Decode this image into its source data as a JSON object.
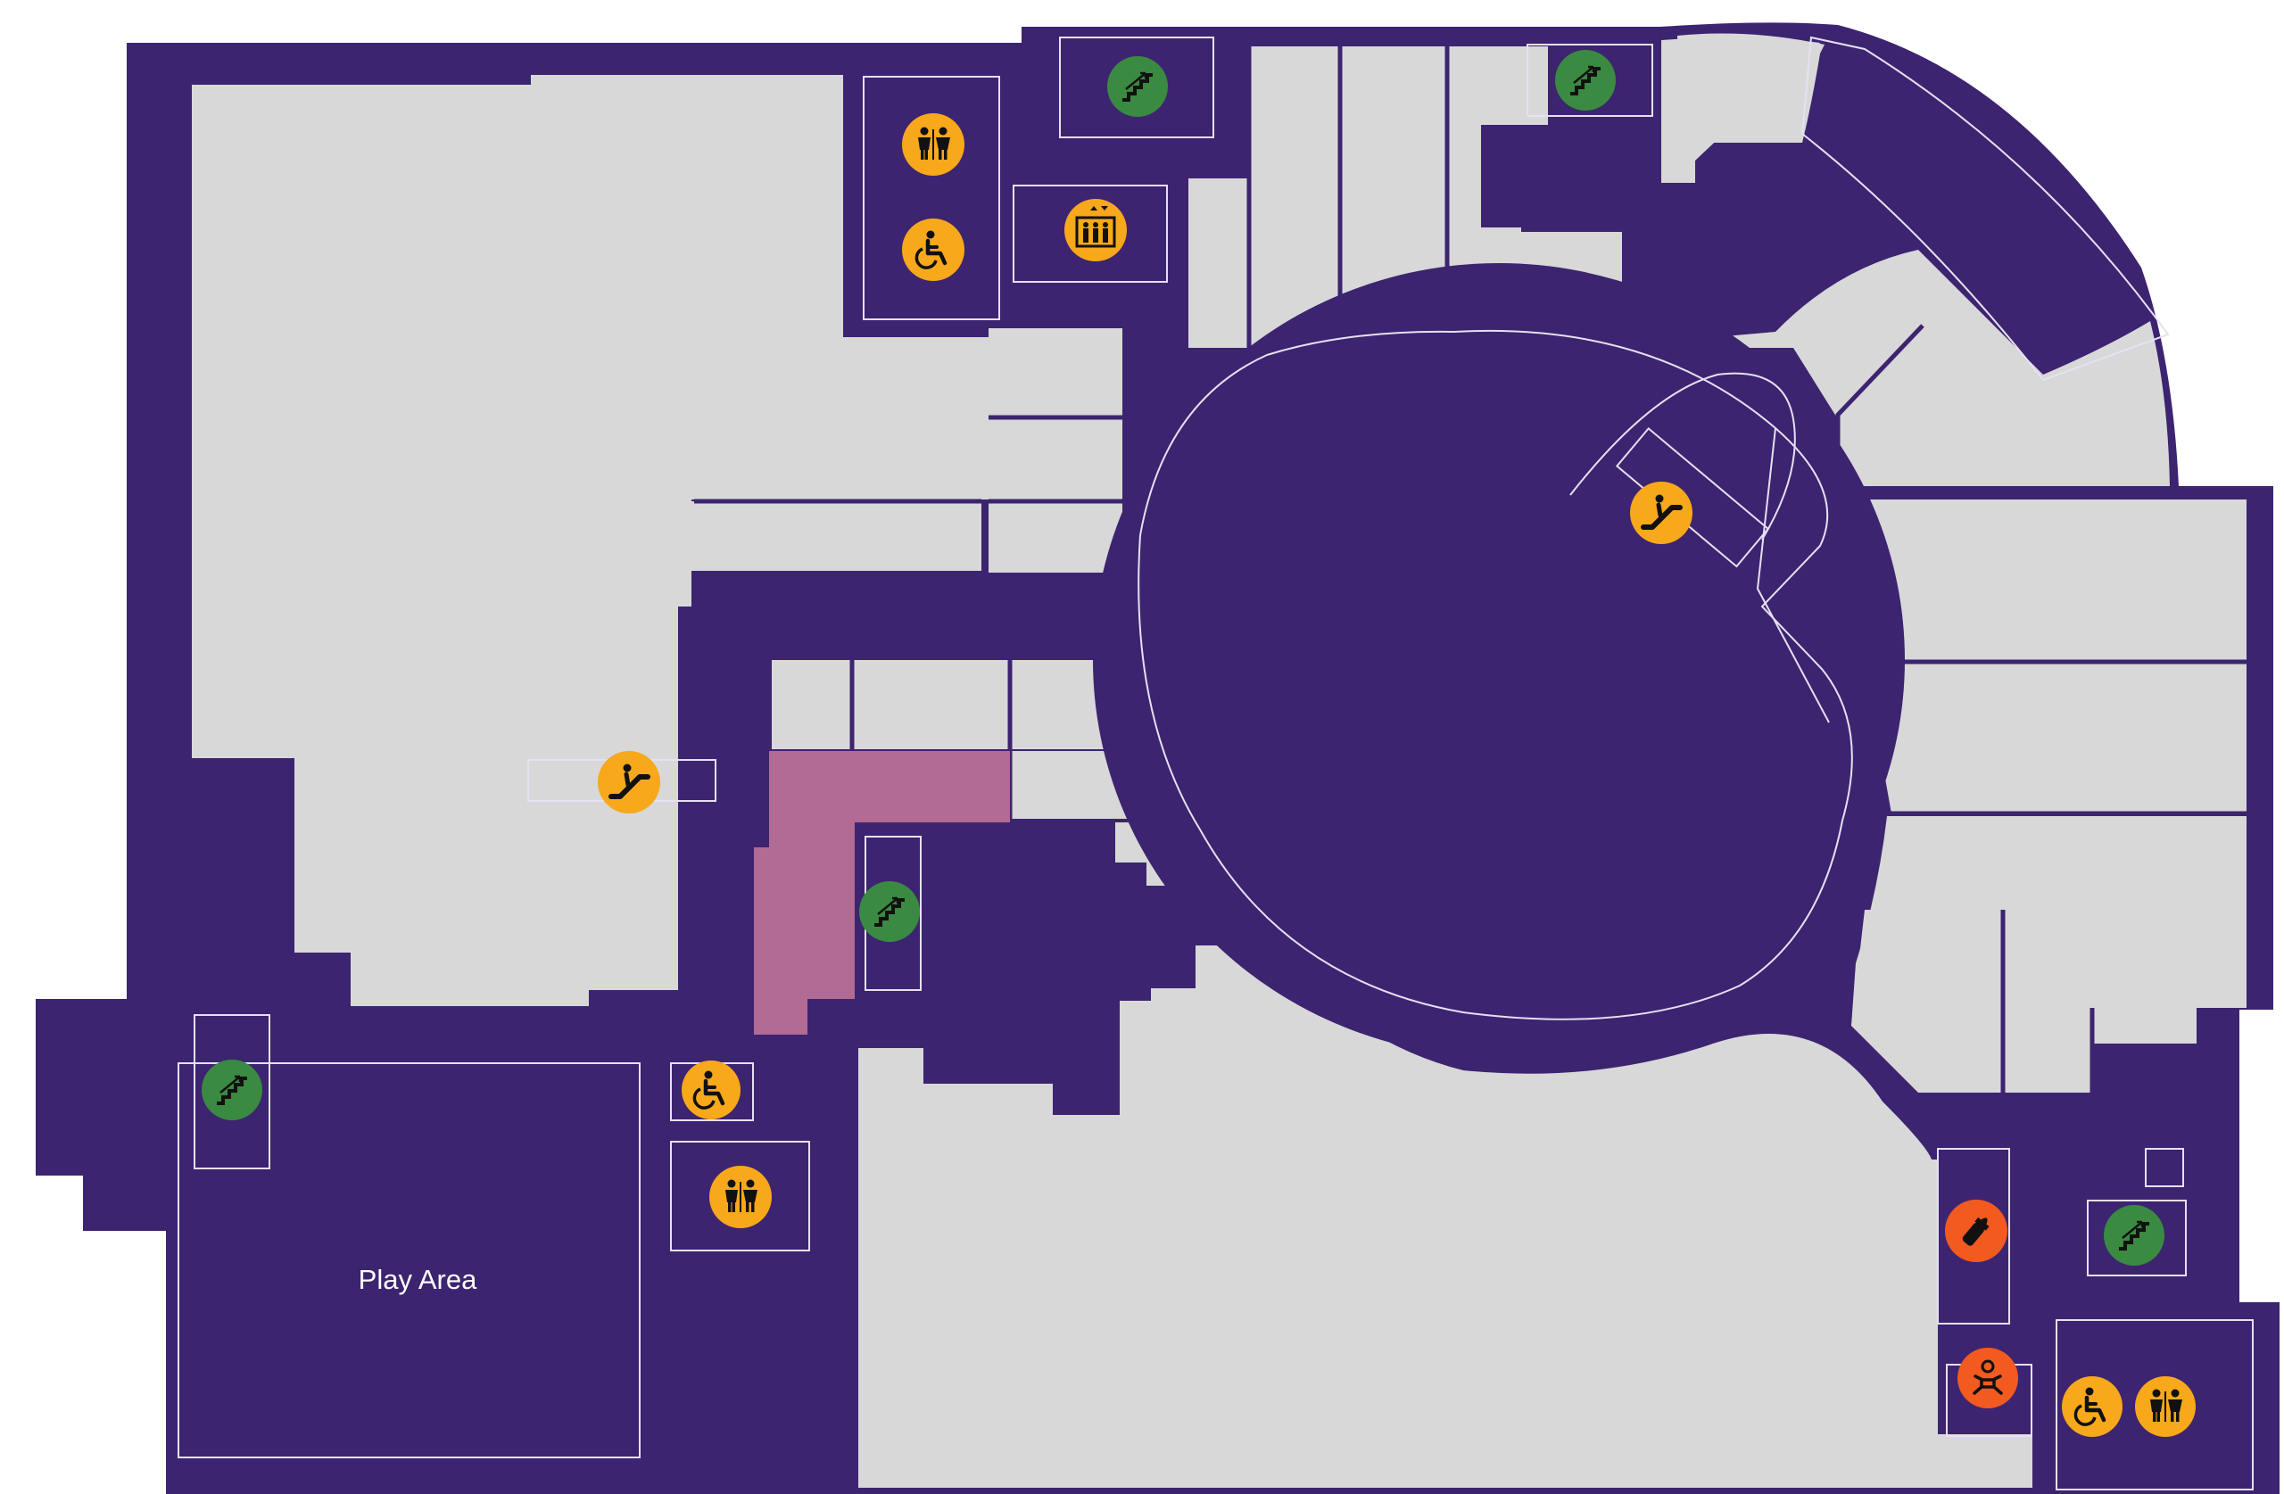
{
  "map": {
    "title": "",
    "colors": {
      "corridor": "#3c2470",
      "store": "#d8d8d8",
      "highlight": "#b26b94",
      "amenity_orange": "#f7a81b",
      "amenity_green": "#3a8a41",
      "amenity_red": "#f25a1f",
      "outline": "#e6e0f2"
    },
    "areas": [
      {
        "label": "Play Area"
      }
    ],
    "amenities": [
      {
        "type": "restroom",
        "icon": "restroom-icon",
        "color": "amenity_orange"
      },
      {
        "type": "accessible",
        "icon": "wheelchair-icon",
        "color": "amenity_orange"
      },
      {
        "type": "stairs",
        "icon": "stairs-icon",
        "color": "amenity_green"
      },
      {
        "type": "elevator",
        "icon": "elevator-icon",
        "color": "amenity_orange"
      },
      {
        "type": "escalator",
        "icon": "escalator-icon",
        "color": "amenity_orange"
      },
      {
        "type": "nursing",
        "icon": "baby-bottle-icon",
        "color": "amenity_red"
      },
      {
        "type": "baby-change",
        "icon": "baby-change-icon",
        "color": "amenity_red"
      }
    ]
  }
}
